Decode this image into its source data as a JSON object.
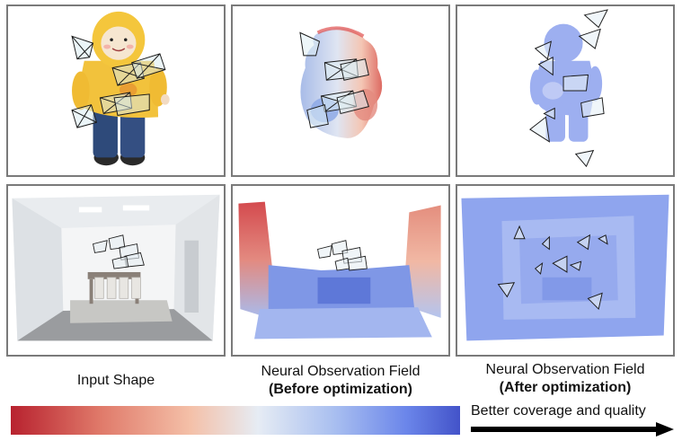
{
  "captions": {
    "input_shape": "Input Shape",
    "before_title": "Neural Observation Field",
    "before_sub": "(Before optimization)",
    "after_title": "Neural Observation Field",
    "after_sub": "(After optimization)"
  },
  "progress_label": "Better coverage and quality",
  "colorbar": {
    "colors": [
      "#b8222f",
      "#f4c0a8",
      "#e6ecf4",
      "#6b86ea",
      "#4353c9"
    ]
  }
}
